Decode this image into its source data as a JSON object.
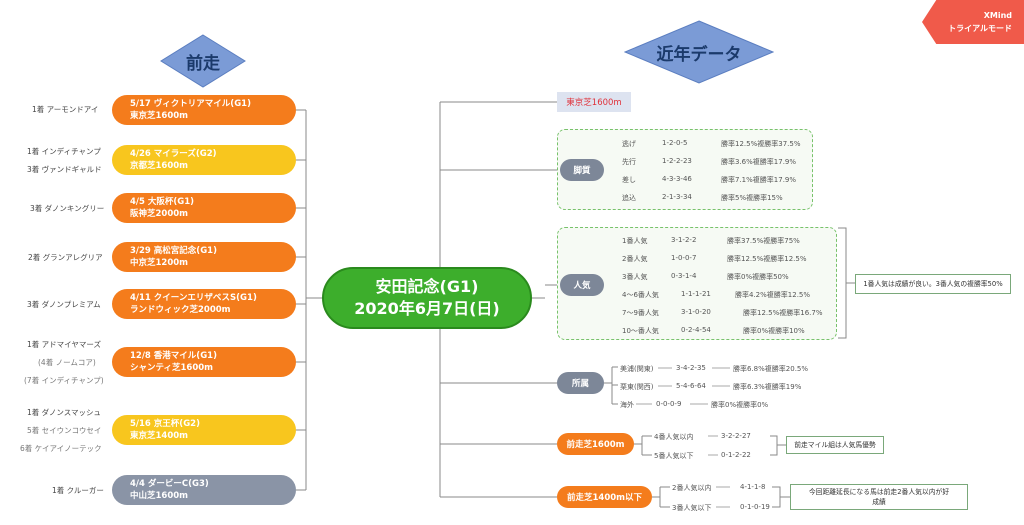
{
  "watermark": {
    "brand": "XMind",
    "mode": "トライアルモード"
  },
  "left_header": "前走",
  "right_header": "近年データ",
  "center": {
    "line1": "安田記念(G1)",
    "line2": "2020年6月7日(日)"
  },
  "left_nodes": [
    {
      "line1": "5/17 ヴィクトリアマイル(G1)",
      "line2": "東京芝1600m",
      "color": "orange",
      "tags": [
        "1着 アーモンドアイ"
      ]
    },
    {
      "line1": "4/26 マイラーズ(G2)",
      "line2": "京都芝1600m",
      "color": "yellow",
      "tags": [
        "1着 インディチャンプ",
        "3着 ヴァンドギャルド"
      ]
    },
    {
      "line1": "4/5 大阪杯(G1)",
      "line2": "阪神芝2000m",
      "color": "orange",
      "tags": [
        "3着 ダノンキングリー"
      ]
    },
    {
      "line1": "3/29 高松宮記念(G1)",
      "line2": "中京芝1200m",
      "color": "orange",
      "tags": [
        "2着 グランアレグリア"
      ]
    },
    {
      "line1": "4/11 クイーンエリザベスS(G1)",
      "line2": "ランドウィック芝2000m",
      "color": "orange",
      "tags": [
        "3着 ダノンプレミアム"
      ]
    },
    {
      "line1": "12/8 香港マイル(G1)",
      "line2": "シャンティ芝1600m",
      "color": "orange",
      "tags": [
        "1着 アドマイヤマーズ",
        "(4着 ノームコア)",
        "(7着 インディチャンプ)"
      ]
    },
    {
      "line1": "5/16 京王杯(G2)",
      "line2": "東京芝1400m",
      "color": "yellow",
      "tags": [
        "1着 ダノンスマッシュ",
        "5着 セイウンコウセイ",
        "6着 ケイアイノーテック"
      ]
    },
    {
      "line1": "4/4 ダービーC(G3)",
      "line2": "中山芝1600m",
      "color": "gray",
      "tags": [
        "1着 クルーガー"
      ]
    }
  ],
  "tokyo_label": "東京芝1600m",
  "kyakushitsu": {
    "label": "脚質",
    "rows": [
      {
        "name": "逃げ",
        "record": "1-2-0-5",
        "rate": "勝率12.5%複勝率37.5%"
      },
      {
        "name": "先行",
        "record": "1-2-2-23",
        "rate": "勝率3.6%複勝率17.9%"
      },
      {
        "name": "差し",
        "record": "4-3-3-46",
        "rate": "勝率7.1%複勝率17.9%"
      },
      {
        "name": "追込",
        "record": "2-1-3-34",
        "rate": "勝率5%複勝率15%"
      }
    ]
  },
  "ninki": {
    "label": "人気",
    "rows": [
      {
        "name": "1番人気",
        "record": "3-1-2-2",
        "rate": "勝率37.5%複勝率75%"
      },
      {
        "name": "2番人気",
        "record": "1-0-0-7",
        "rate": "勝率12.5%複勝率12.5%"
      },
      {
        "name": "3番人気",
        "record": "0-3-1-4",
        "rate": "勝率0%複勝率50%"
      },
      {
        "name": "4〜6番人気",
        "record": "1-1-1-21",
        "rate": "勝率4.2%複勝率12.5%"
      },
      {
        "name": "7〜9番人気",
        "record": "3-1-0-20",
        "rate": "勝率12.5%複勝率16.7%"
      },
      {
        "name": "10〜番人気",
        "record": "0-2-4-54",
        "rate": "勝率0%複勝率10%"
      }
    ],
    "note": "1番人気は成績が良い。3番人気の複勝率50%"
  },
  "shozoku": {
    "label": "所属",
    "rows": [
      {
        "name": "美浦(関東)",
        "record": "3-4-2-35",
        "rate": "勝率6.8%複勝率20.5%"
      },
      {
        "name": "栗東(関西)",
        "record": "5-4-6-64",
        "rate": "勝率6.3%複勝率19%"
      },
      {
        "name": "海外",
        "record": "0-0-0-9",
        "rate": "勝率0%複勝率0%"
      }
    ]
  },
  "zensou1600": {
    "label": "前走芝1600m",
    "rows": [
      {
        "name": "4番人気以内",
        "record": "3-2-2-27"
      },
      {
        "name": "5番人気以下",
        "record": "0-1-2-22"
      }
    ],
    "note": "前走マイル組は人気馬優勢"
  },
  "zensou1400": {
    "label": "前走芝1400m以下",
    "rows": [
      {
        "name": "2番人気以内",
        "record": "4-1-1-8"
      },
      {
        "name": "3番人気以下",
        "record": "0-1-0-19"
      }
    ],
    "note_line1": "今回距離延長になる馬は前走2番人気以内が好",
    "note_line2": "成績"
  },
  "colors": {
    "orange": "#f47c1c",
    "yellow": "#f8c61e",
    "gray": "#8a94a6",
    "green": "#3dae2c",
    "slate": "#7d8798",
    "diamond": "#7b9bd6"
  }
}
